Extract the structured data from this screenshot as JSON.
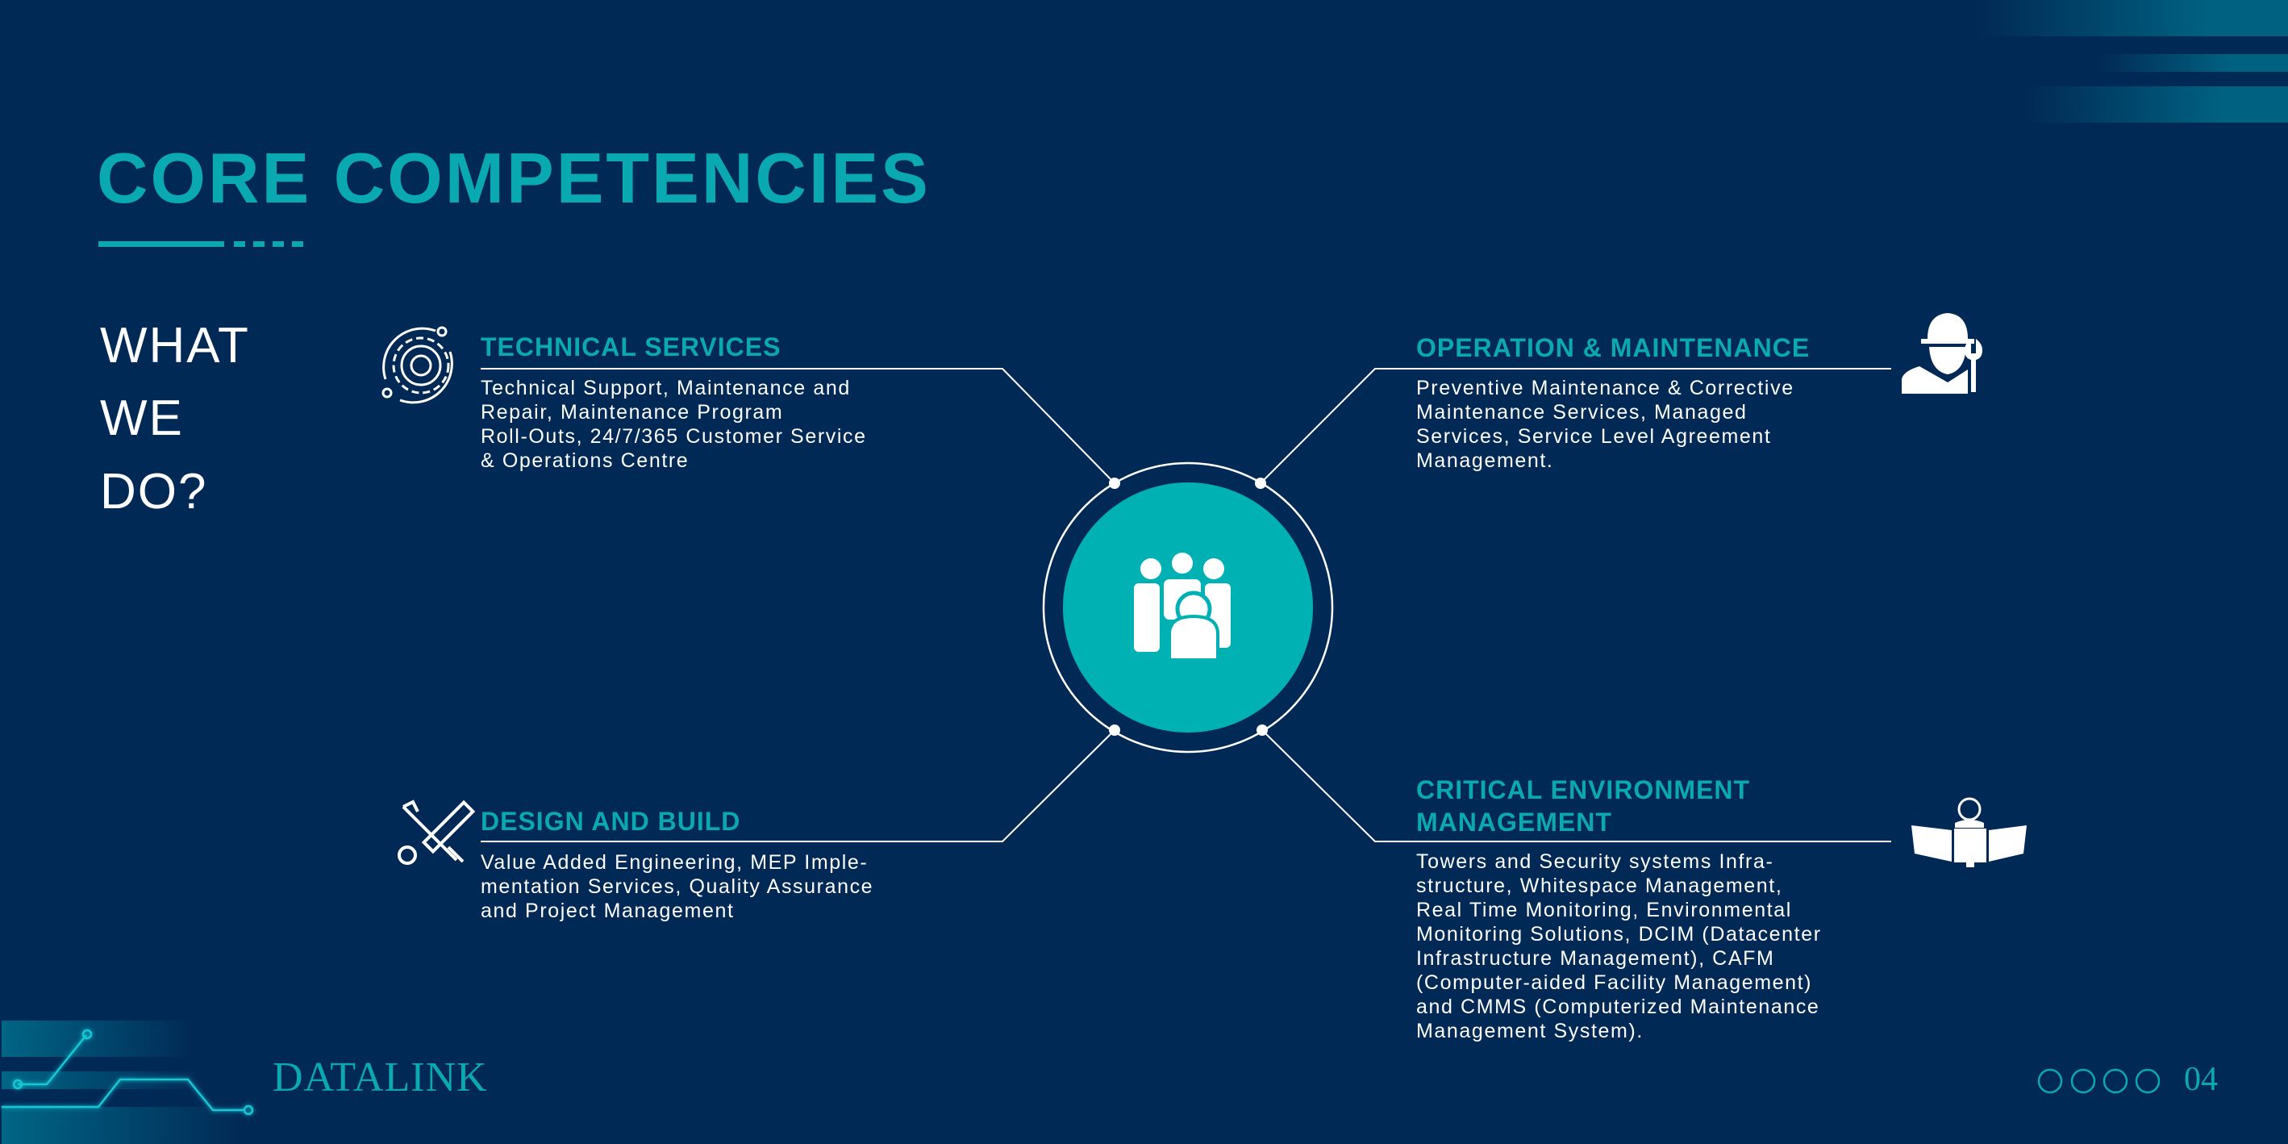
{
  "title": "CORE COMPETENCIES",
  "sidebar_heading": [
    "WHAT",
    "WE",
    "DO?"
  ],
  "colors": {
    "background": "#012955",
    "accent": "#0aa9b1",
    "text": "#ffffff"
  },
  "center_icon": "team-group-icon",
  "competencies": [
    {
      "id": "technical-services",
      "icon": "gear-cycle-icon",
      "heading": [
        "TECHNICAL SERVICES"
      ],
      "body": [
        "Technical Support, Maintenance and",
        "Repair, Maintenance Program",
        "Roll-Outs, 24/7/365 Customer Service",
        "& Operations Centre"
      ]
    },
    {
      "id": "operation-maintenance",
      "icon": "worker-wrench-icon",
      "heading": [
        "OPERATION & MAINTENANCE"
      ],
      "body": [
        "Preventive Maintenance & Corrective",
        "Maintenance Services, Managed",
        "Services, Service Level Agreement",
        "Management."
      ]
    },
    {
      "id": "design-build",
      "icon": "tools-icon",
      "heading": [
        "DESIGN AND BUILD"
      ],
      "body": [
        "Value Added Engineering, MEP Imple-",
        "mentation Services, Quality Assurance",
        "and Project Management"
      ]
    },
    {
      "id": "critical-environment",
      "icon": "operator-monitors-icon",
      "heading": [
        "CRITICAL ENVIRONMENT",
        "MANAGEMENT"
      ],
      "body": [
        "Towers and Security systems Infra-",
        "structure, Whitespace Management,",
        "Real Time Monitoring, Environmental",
        "Monitoring Solutions, DCIM (Datacenter",
        "Infrastructure Management), CAFM",
        "(Computer-aided Facility Management)",
        "and CMMS (Computerized Maintenance",
        "Management System)."
      ]
    }
  ],
  "footer": {
    "logo": "DATALINK",
    "page_number": "04",
    "page_dots": 4
  }
}
